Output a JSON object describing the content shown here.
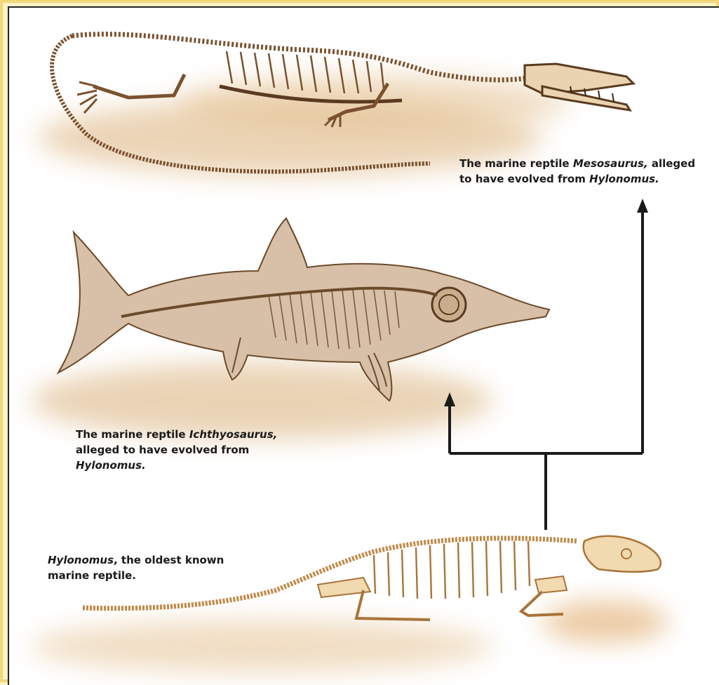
{
  "captions": {
    "mesosaurus": {
      "line1_prefix": "The marine reptile ",
      "line1_italic": "Mesosaurus,",
      "line1_suffix": " alleged",
      "line2_prefix": "to have evolved from ",
      "line2_italic": "Hylonomus."
    },
    "ichthyosaurus": {
      "line1_prefix": "The marine reptile ",
      "line1_italic": "Ichthyosaurus,",
      "line2": "alleged to have evolved from",
      "line3_italic": "Hylonomus."
    },
    "hylonomus": {
      "line1_italic": "Hylonomus",
      "line1_suffix": ", the oldest known",
      "line2": "marine reptile."
    }
  },
  "colors": {
    "frame_border": "#f2d77a",
    "frame_fill": "#fdf2c4",
    "bone": "#7a5230",
    "bone_light": "#c9a06a",
    "shadow": "#d9b07a",
    "ichthy_body": "#d8c0a8",
    "arrow": "#1a1a1a"
  }
}
